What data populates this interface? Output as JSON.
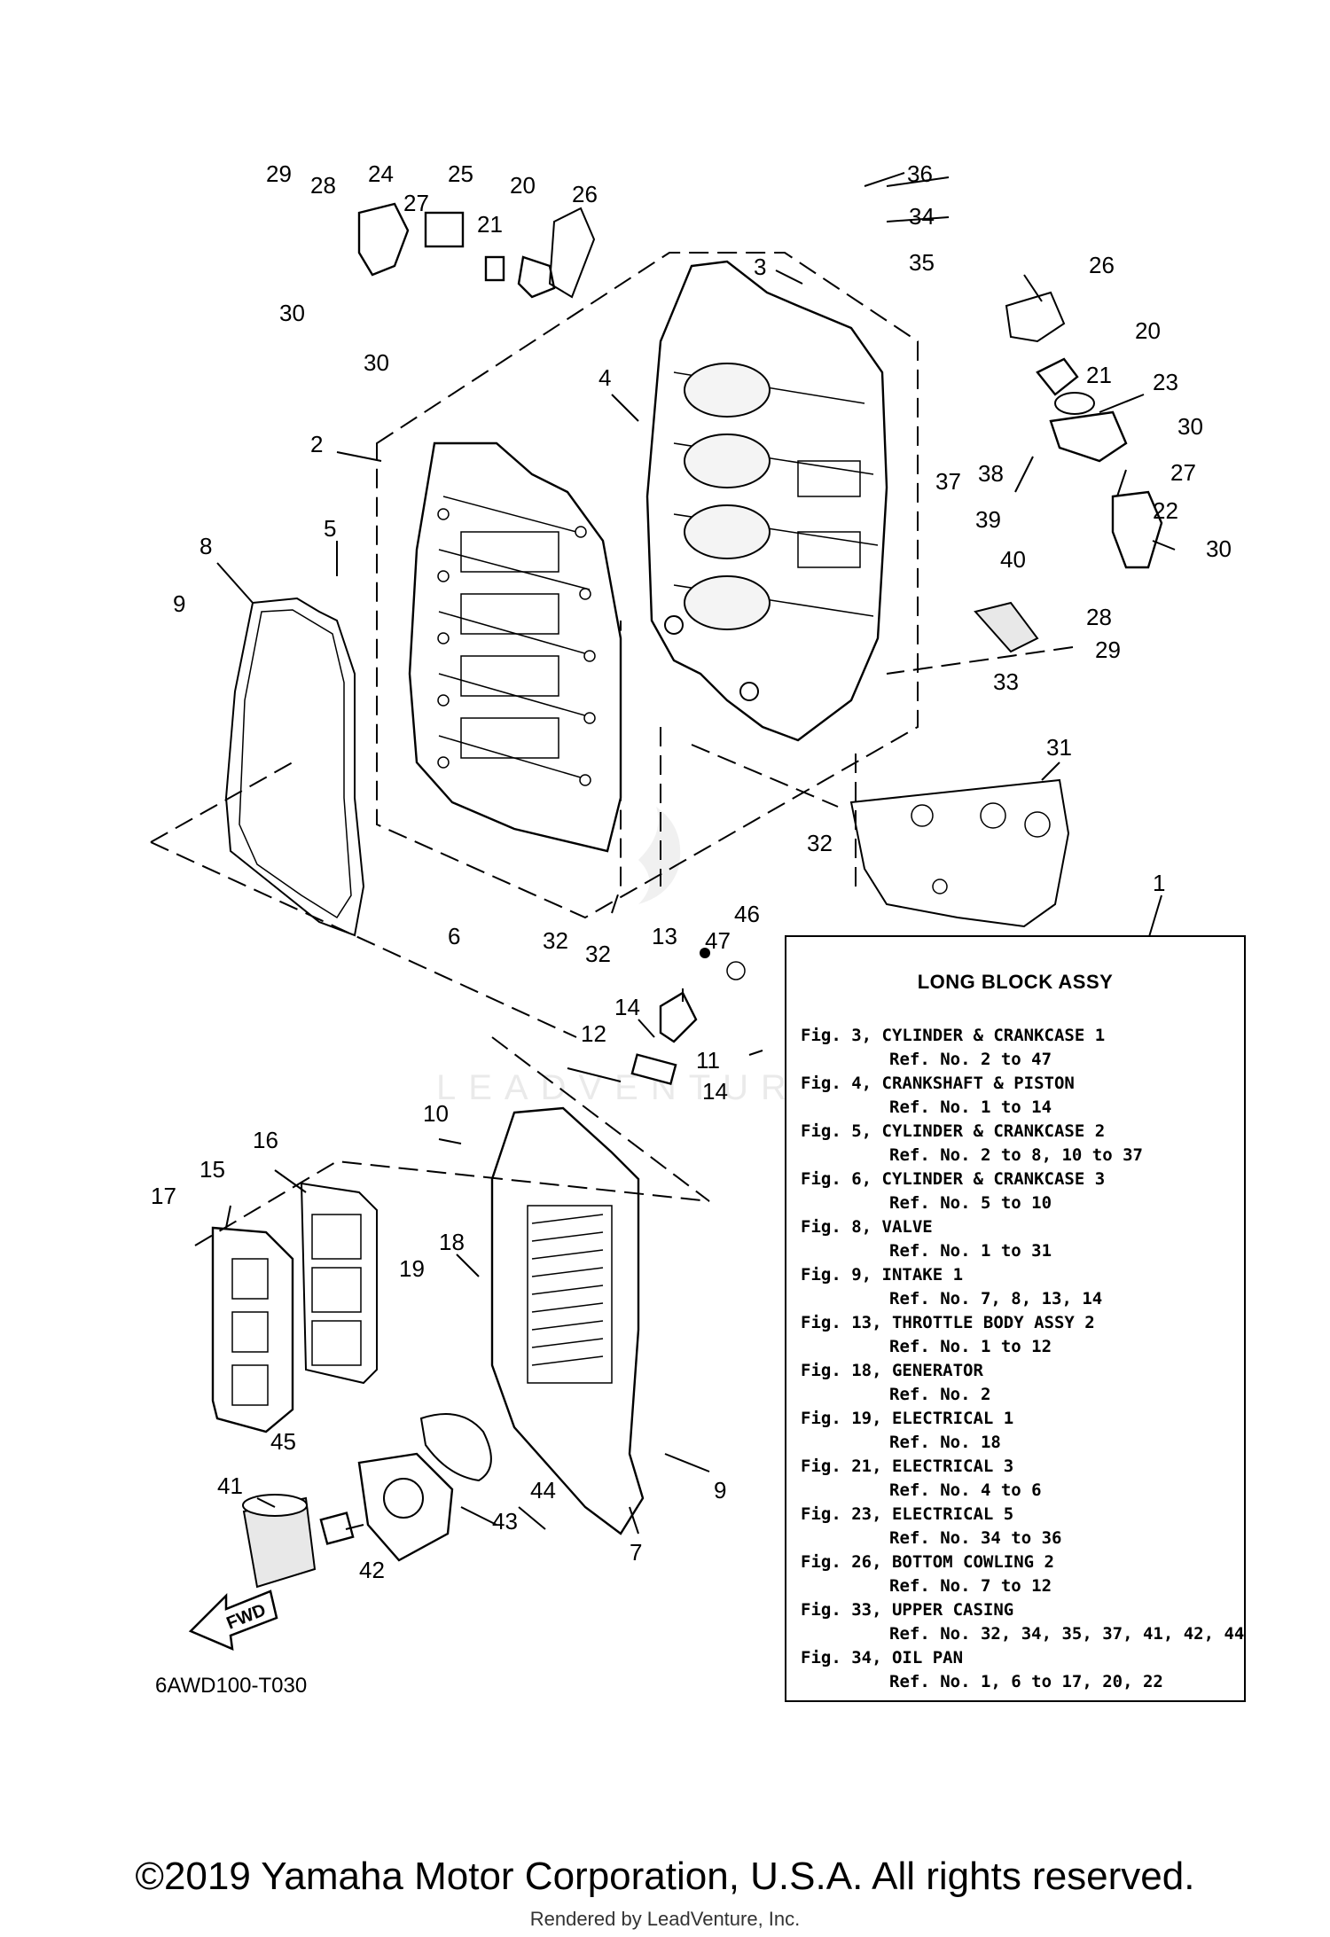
{
  "diagram": {
    "callouts": {
      "c1": "1",
      "c2": "2",
      "c3": "3",
      "c4": "4",
      "c5": "5",
      "c6": "6",
      "c7": "7",
      "c8": "8",
      "c9a": "9",
      "c9b": "9",
      "c10": "10",
      "c11": "11",
      "c12": "12",
      "c13": "13",
      "c14a": "14",
      "c14b": "14",
      "c15": "15",
      "c16": "16",
      "c17": "17",
      "c18": "18",
      "c19": "19",
      "c20a": "20",
      "c20b": "20",
      "c21a": "21",
      "c21b": "21",
      "c22": "22",
      "c23": "23",
      "c24": "24",
      "c25": "25",
      "c26a": "26",
      "c26b": "26",
      "c27a": "27",
      "c27b": "27",
      "c28a": "28",
      "c28b": "28",
      "c29a": "29",
      "c29b": "29",
      "c30a": "30",
      "c30b": "30",
      "c30c": "30",
      "c30d": "30",
      "c31": "31",
      "c32a": "32",
      "c32b": "32",
      "c32c": "32",
      "c33": "33",
      "c34": "34",
      "c35": "35",
      "c36": "36",
      "c37": "37",
      "c38": "38",
      "c39": "39",
      "c40": "40",
      "c41": "41",
      "c42": "42",
      "c43": "43",
      "c44": "44",
      "c45": "45",
      "c46": "46",
      "c47": "47"
    },
    "fwd_label": "FWD",
    "watermark": "LEADVENTURE",
    "diagram_code": "6AWD100-T030"
  },
  "legend": {
    "title": "LONG BLOCK ASSY",
    "entries": [
      {
        "fig": "Fig. 3, CYLINDER & CRANKCASE 1",
        "ref": "Ref. No. 2 to 47"
      },
      {
        "fig": "Fig. 4, CRANKSHAFT & PISTON",
        "ref": "Ref. No. 1 to 14"
      },
      {
        "fig": "Fig. 5, CYLINDER & CRANKCASE 2",
        "ref": "Ref. No. 2 to 8, 10 to 37"
      },
      {
        "fig": "Fig. 6, CYLINDER & CRANKCASE 3",
        "ref": "Ref. No. 5 to 10"
      },
      {
        "fig": "Fig. 8, VALVE",
        "ref": "Ref. No. 1 to 31"
      },
      {
        "fig": "Fig. 9, INTAKE 1",
        "ref": "Ref. No. 7, 8, 13, 14"
      },
      {
        "fig": "Fig. 13, THROTTLE BODY ASSY 2",
        "ref": "Ref. No. 1 to 12"
      },
      {
        "fig": "Fig. 18, GENERATOR",
        "ref": "Ref. No. 2"
      },
      {
        "fig": "Fig. 19, ELECTRICAL 1",
        "ref": "Ref. No. 18"
      },
      {
        "fig": "Fig. 21, ELECTRICAL 3",
        "ref": "Ref. No. 4 to 6"
      },
      {
        "fig": "Fig. 23, ELECTRICAL 5",
        "ref": "Ref. No. 34 to 36"
      },
      {
        "fig": "Fig. 26, BOTTOM COWLING 2",
        "ref": "Ref. No. 7 to 12"
      },
      {
        "fig": "Fig. 33, UPPER CASING",
        "ref": "Ref. No. 32, 34, 35, 37, 41, 42, 44"
      },
      {
        "fig": "Fig. 34, OIL PAN",
        "ref": "Ref. No. 1, 6 to 17, 20, 22"
      }
    ]
  },
  "footer": {
    "copyright": "©2019 Yamaha Motor Corporation, U.S.A. All rights reserved.",
    "rendered_by": "Rendered by LeadVenture, Inc."
  }
}
